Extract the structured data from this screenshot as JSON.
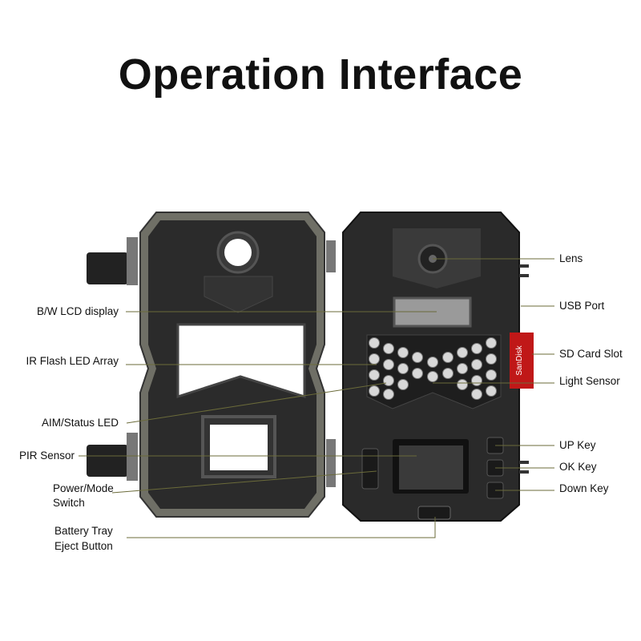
{
  "title": "Operation Interface",
  "sd_card_brand": "SanDisk",
  "left_labels": {
    "lcd": "B/W LCD display",
    "ir": "IR Flash LED Array",
    "aim": "AIM/Status LED",
    "pir": "PIR Sensor",
    "power_1": "Power/Mode",
    "power_2": "Switch",
    "battery_1": "Battery Tray",
    "battery_2": "Eject Button"
  },
  "right_labels": {
    "lens": "Lens",
    "usb": "USB  Port",
    "sd": "SD Card Slot",
    "light": "Light  Sensor",
    "up": "UP Key",
    "ok": "OK  Key",
    "down": "Down  Key"
  },
  "colors": {
    "line": "#6b6b3a",
    "body": "#2a2a2a"
  }
}
